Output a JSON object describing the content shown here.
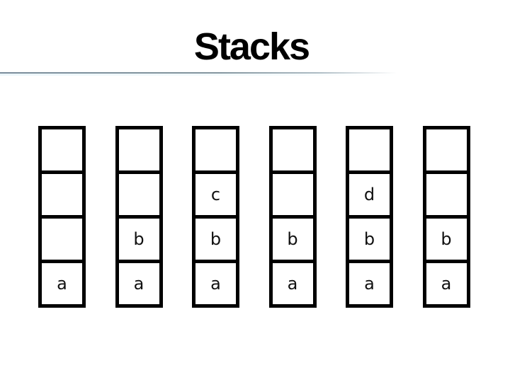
{
  "slide": {
    "title": "Stacks"
  },
  "stacks": [
    {
      "cells": [
        "",
        "",
        "",
        "a"
      ]
    },
    {
      "cells": [
        "",
        "",
        "b",
        "a"
      ]
    },
    {
      "cells": [
        "",
        "c",
        "b",
        "a"
      ]
    },
    {
      "cells": [
        "",
        "",
        "b",
        "a"
      ]
    },
    {
      "cells": [
        "",
        "d",
        "b",
        "a"
      ]
    },
    {
      "cells": [
        "",
        "",
        "b",
        "a"
      ]
    }
  ],
  "colors": {
    "title_text": "#000000",
    "cell_border": "#000000",
    "cell_fill": "#ffffff",
    "letter_text": "#111111",
    "divider": "#7b8e9c",
    "background": "#ffffff"
  }
}
